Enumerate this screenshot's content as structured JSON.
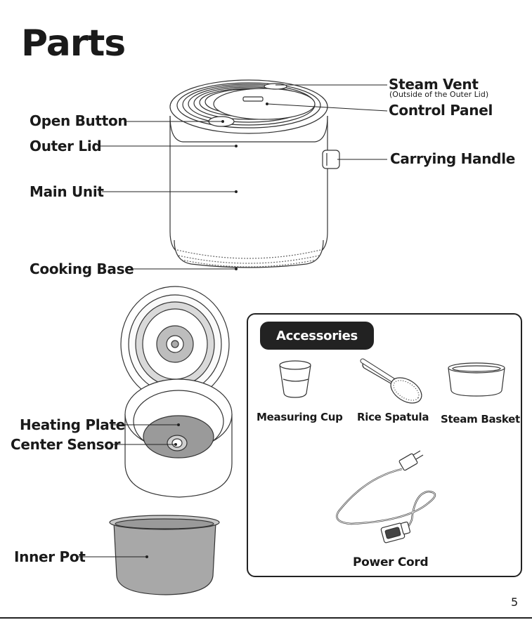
{
  "page": {
    "title": "Parts",
    "page_number": "5"
  },
  "labels": {
    "steam_vent": "Steam Vent",
    "steam_vent_note": "(Outside of the Outer Lid)",
    "control_panel": "Control Panel",
    "open_button": "Open Button",
    "outer_lid": "Outer Lid",
    "carrying_handle": "Carrying Handle",
    "main_unit": "Main Unit",
    "cooking_base": "Cooking Base",
    "heating_plate": "Heating Plate",
    "center_sensor": "Center Sensor",
    "inner_pot": "Inner Pot"
  },
  "accessories": {
    "title": "Accessories",
    "measuring_cup": "Measuring Cup",
    "rice_spatula": "Rice Spatula",
    "steam_basket": "Steam Basket",
    "power_cord": "Power Cord"
  }
}
